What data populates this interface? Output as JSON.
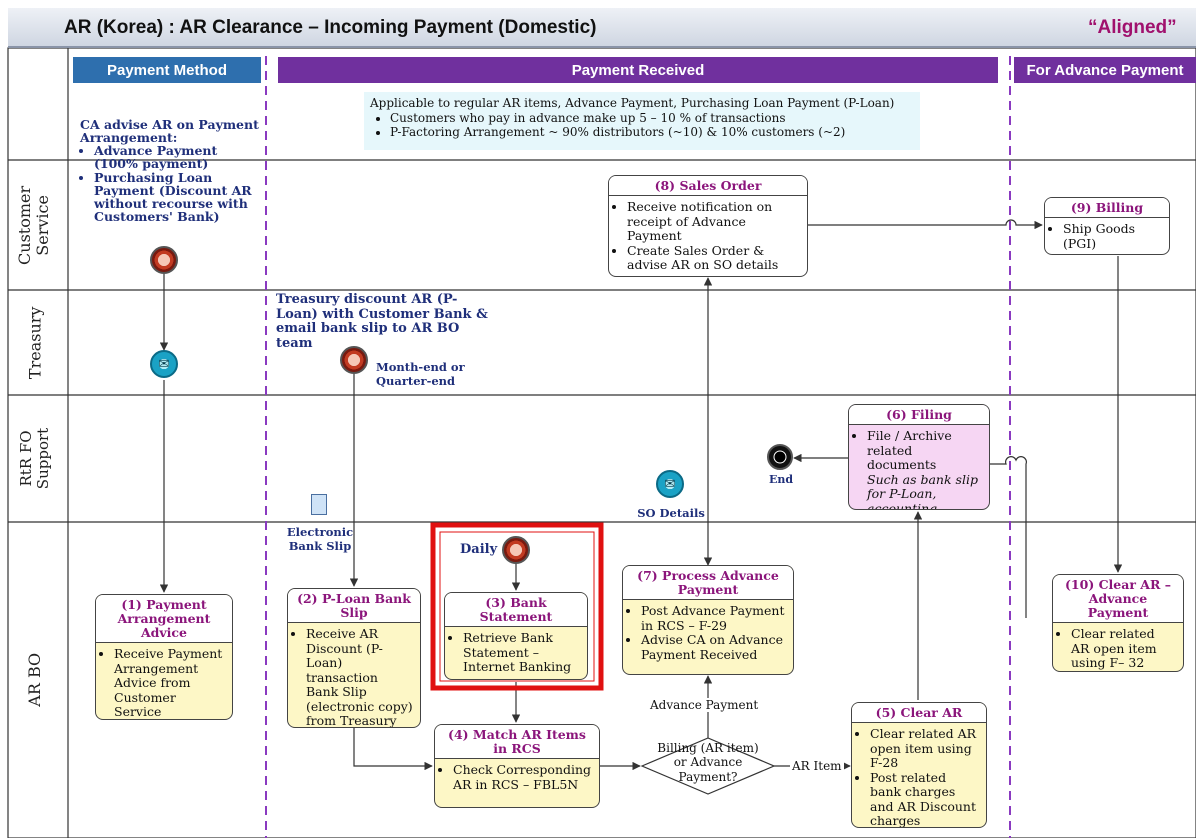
{
  "header": {
    "title": "AR (Korea) : AR Clearance – Incoming Payment (Domestic)",
    "status": "“Aligned”"
  },
  "phases": [
    "Payment Method",
    "Payment Received",
    "For Advance Payment"
  ],
  "lanes": [
    "Customer Service",
    "Treasury",
    "RtR FO Support",
    "AR BO"
  ],
  "applicable_note": {
    "title": "Applicable to regular AR items, Advance Payment, Purchasing Loan Payment (P-Loan)",
    "bullets": [
      "Customers who pay in advance make up 5 – 10 % of transactions",
      "P-Factoring Arrangement ~ 90% distributors (~10) & 10% customers (~2)"
    ]
  },
  "ca_advise": {
    "title": "CA advise AR on Payment Arrangement:",
    "items": [
      "Advance Payment (100% payment)",
      "Purchasing Loan Payment (Discount AR without recourse with Customers' Bank)"
    ]
  },
  "treasury_note": "Treasury discount AR (P-Loan) with Customer Bank & email bank slip  to AR BO team",
  "labels": {
    "month_end": "Month-end or Quarter-end",
    "electronic_bank_slip": "Electronic Bank Slip",
    "so_details": "SO Details",
    "end": "End",
    "daily": "Daily",
    "advance_payment": "Advance Payment",
    "ar_item": "AR Item",
    "decision": "Billing (AR item) or Advance Payment?"
  },
  "boxes": {
    "b1": {
      "title": "(1) Payment Arrangement Advice",
      "items": [
        "Receive Payment Arrangement Advice from Customer Service"
      ]
    },
    "b2": {
      "title": "(2) P-Loan Bank Slip",
      "items": [
        "Receive AR Discount (P-Loan) transaction Bank Slip (electronic copy) from Treasury"
      ]
    },
    "b3": {
      "title": "(3) Bank Statement",
      "items": [
        "Retrieve Bank Statement – Internet Banking"
      ]
    },
    "b4": {
      "title": "(4) Match AR Items in RCS",
      "items": [
        "Check Corresponding AR in RCS – FBL5N"
      ]
    },
    "b5": {
      "title": "(5) Clear AR",
      "items": [
        "Clear related AR open item using F-28",
        "Post related bank charges and AR Discount charges"
      ]
    },
    "b6": {
      "title": "(6) Filing",
      "items": [
        "File / Archive related documents"
      ],
      "note": "Such as bank slip for P-Loan, accounting voucher"
    },
    "b7": {
      "title": "(7) Process Advance Payment",
      "items": [
        "Post Advance Payment in RCS – F-29",
        "Advise CA on Advance Payment Received"
      ]
    },
    "b8": {
      "title": "(8) Sales Order",
      "items": [
        "Receive notification on receipt of Advance Payment",
        "Create Sales Order & advise AR on SO details"
      ]
    },
    "b9": {
      "title": "(9) Billing",
      "items": [
        "Ship Goods (PGI)"
      ]
    },
    "b10": {
      "title": "(10) Clear AR – Advance Payment",
      "items": [
        "Clear related AR open item using F– 32"
      ]
    }
  },
  "colors": {
    "payment_method": "#2e6fae",
    "payment_received": "#70309e",
    "advance": "#70309e",
    "highlight": "#e01010",
    "box_fill": "#fdf7c6",
    "title_purple": "#8b157b"
  }
}
